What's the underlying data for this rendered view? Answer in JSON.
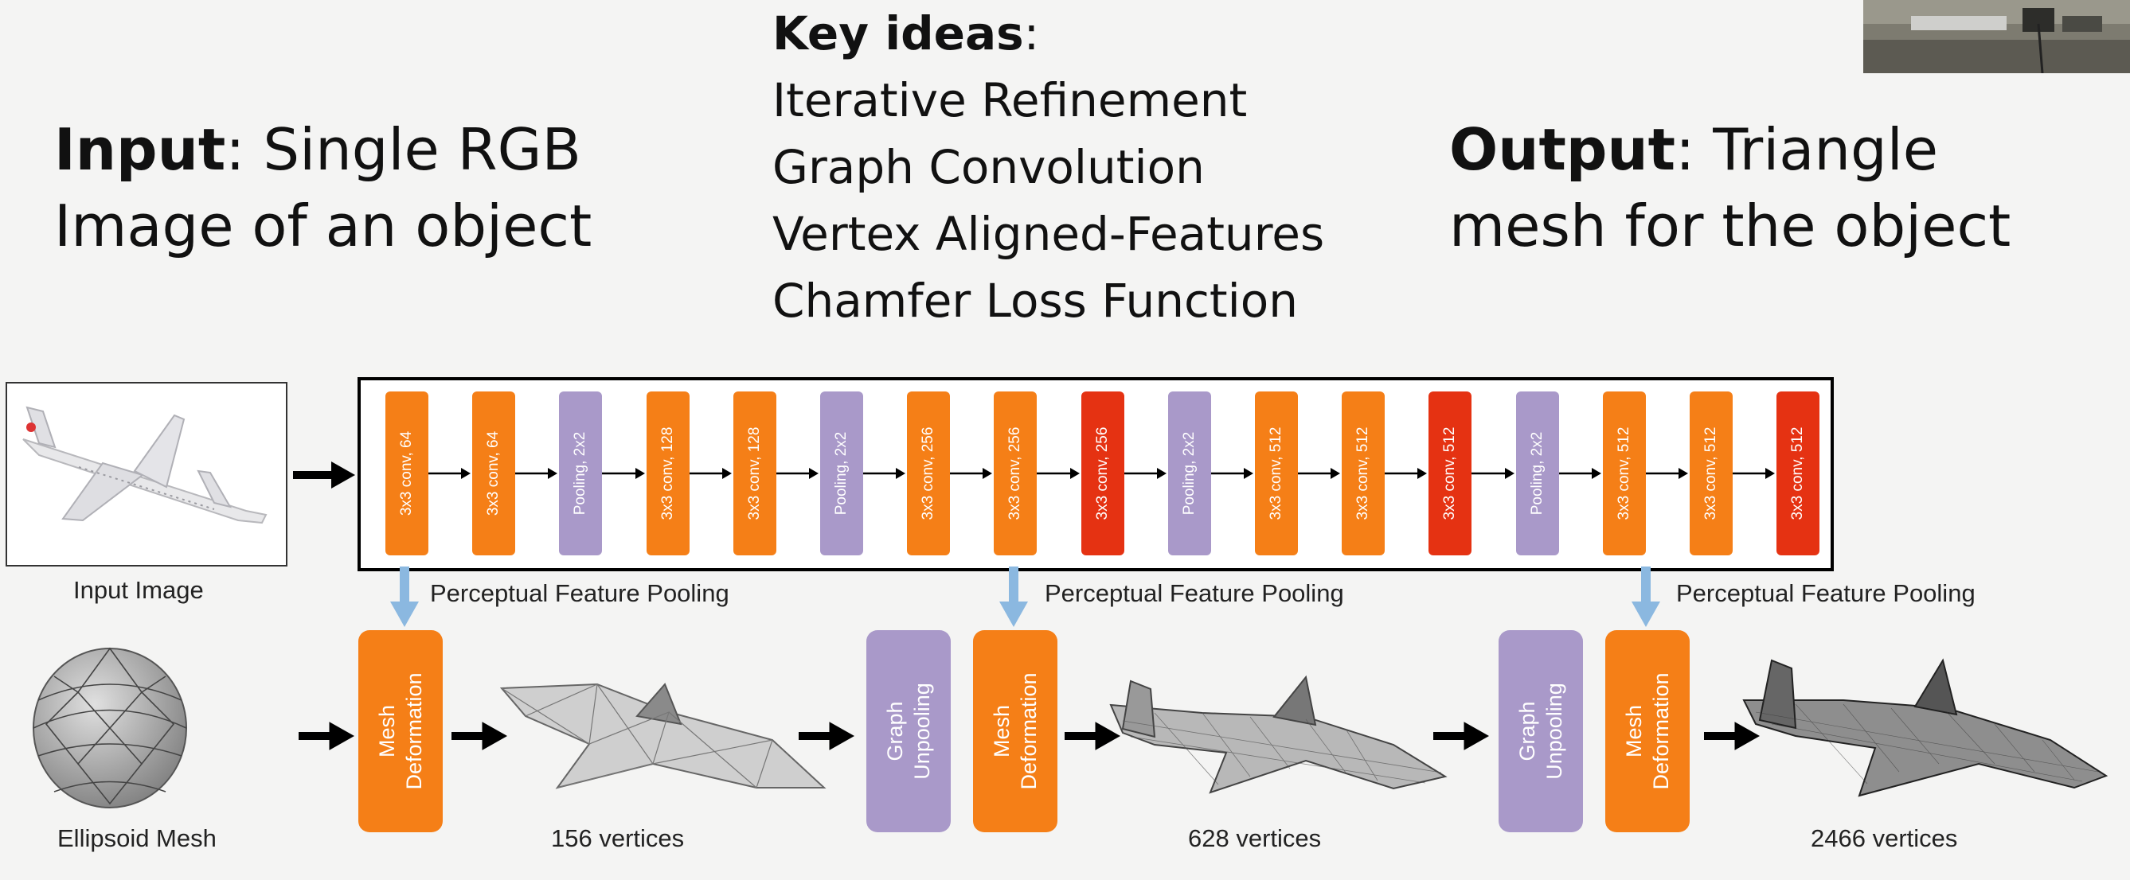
{
  "input_heading": {
    "bold": "Input",
    "rest": ": Single RGB",
    "line2": "Image of an object"
  },
  "output_heading": {
    "bold": "Output",
    "rest": ": Triangle",
    "line2": "mesh for the object"
  },
  "key_ideas": {
    "title_bold": "Key ideas",
    "title_rest": ":",
    "items": [
      "Iterative Refinement",
      "Graph Convolution",
      "Vertex Aligned-Features",
      "Chamfer Loss Function"
    ]
  },
  "network": {
    "layers": [
      {
        "label": "3x3 conv, 64",
        "kind": "orange"
      },
      {
        "label": "3x3 conv, 64",
        "kind": "orange"
      },
      {
        "label": "Pooling, 2x2",
        "kind": "purple"
      },
      {
        "label": "3x3 conv, 128",
        "kind": "orange"
      },
      {
        "label": "3x3 conv, 128",
        "kind": "orange"
      },
      {
        "label": "Pooling, 2x2",
        "kind": "purple"
      },
      {
        "label": "3x3 conv, 256",
        "kind": "orange"
      },
      {
        "label": "3x3 conv, 256",
        "kind": "orange"
      },
      {
        "label": "3x3 conv, 256",
        "kind": "red"
      },
      {
        "label": "Pooling, 2x2",
        "kind": "purple"
      },
      {
        "label": "3x3 conv, 512",
        "kind": "orange"
      },
      {
        "label": "3x3 conv, 512",
        "kind": "orange"
      },
      {
        "label": "3x3 conv, 512",
        "kind": "red"
      },
      {
        "label": "Pooling, 2x2",
        "kind": "purple"
      },
      {
        "label": "3x3 conv, 512",
        "kind": "orange"
      },
      {
        "label": "3x3 conv, 512",
        "kind": "orange"
      },
      {
        "label": "3x3 conv, 512",
        "kind": "red"
      }
    ]
  },
  "captions": {
    "input_image": "Input Image",
    "ellipsoid": "Ellipsoid Mesh",
    "pooling_1": "Perceptual Feature Pooling",
    "pooling_2": "Perceptual Feature Pooling",
    "pooling_3": "Perceptual Feature Pooling",
    "verts_1": "156 vertices",
    "verts_2": "628 vertices",
    "verts_3": "2466 vertices"
  },
  "blocks": {
    "mesh_deformation": "Mesh\nDeformation",
    "graph_unpooling": "Graph\nUnpooling"
  },
  "colors": {
    "orange": "#f57f17",
    "red": "#e53212",
    "purple": "#a999c9",
    "arrow_blue": "#8bb8e0"
  }
}
